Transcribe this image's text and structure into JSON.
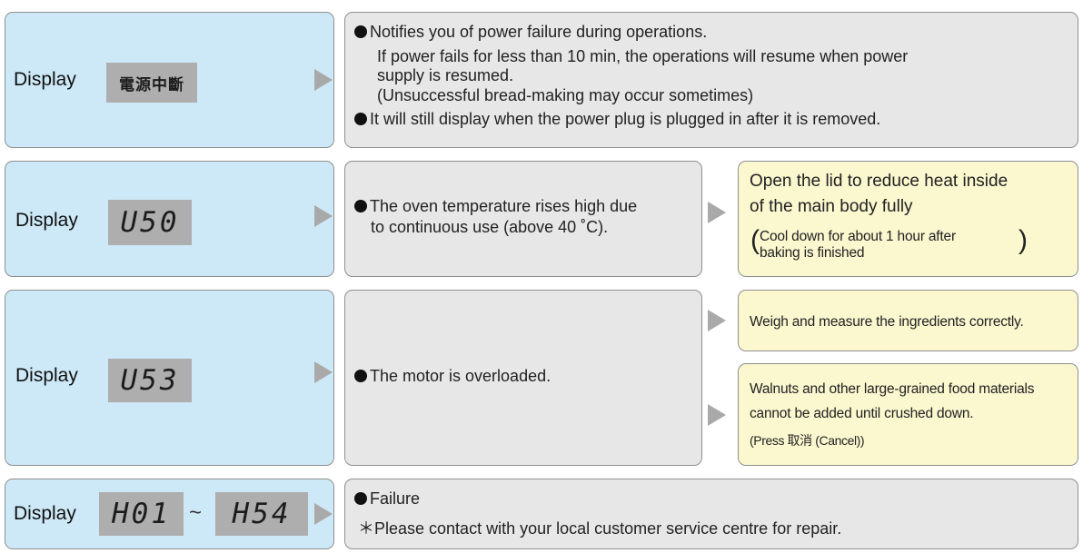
{
  "rows": [
    {
      "display_label": "Display",
      "code": "電源中斷",
      "description": {
        "bullet1": "Notifies you of power failure during operations.",
        "line2": "If power fails for less than 10 min, the operations will resume when power",
        "line3": "supply is resumed.",
        "line4": "(Unsuccessful bread-making may occur sometimes)",
        "bullet2": "It will still display when the power plug is plugged in after it is removed."
      }
    },
    {
      "display_label": "Display",
      "code": "U50",
      "cause": {
        "line1": "The oven temperature rises high due",
        "line2": "to continuous use (above 40 ˚C)."
      },
      "remedy": {
        "title1": "Open the lid to reduce heat inside",
        "title2": "of the main body fully",
        "note1": "Cool down for about 1 hour after",
        "note2": "baking is finished"
      }
    },
    {
      "display_label": "Display",
      "code": "U53",
      "cause": "The motor is overloaded.",
      "remedy1": "Weigh and measure the ingredients correctly.",
      "remedy2": {
        "line1": "Walnuts and other large-grained food materials",
        "line2": "cannot be added until crushed down.",
        "line3": "(Press 取消 (Cancel))"
      }
    },
    {
      "display_label": "Display",
      "code_start": "H01",
      "tilde": "~",
      "code_end": "H54",
      "description": {
        "bullet1": "Failure",
        "line2": "＊Please contact with your local customer service centre for repair."
      }
    }
  ],
  "colors": {
    "display_box": "#cde9f7",
    "cause_box": "#e7e7e7",
    "remedy_box": "#fbf7cf",
    "arrow": "#a9a9a9",
    "lcd": "#aeaeae"
  }
}
